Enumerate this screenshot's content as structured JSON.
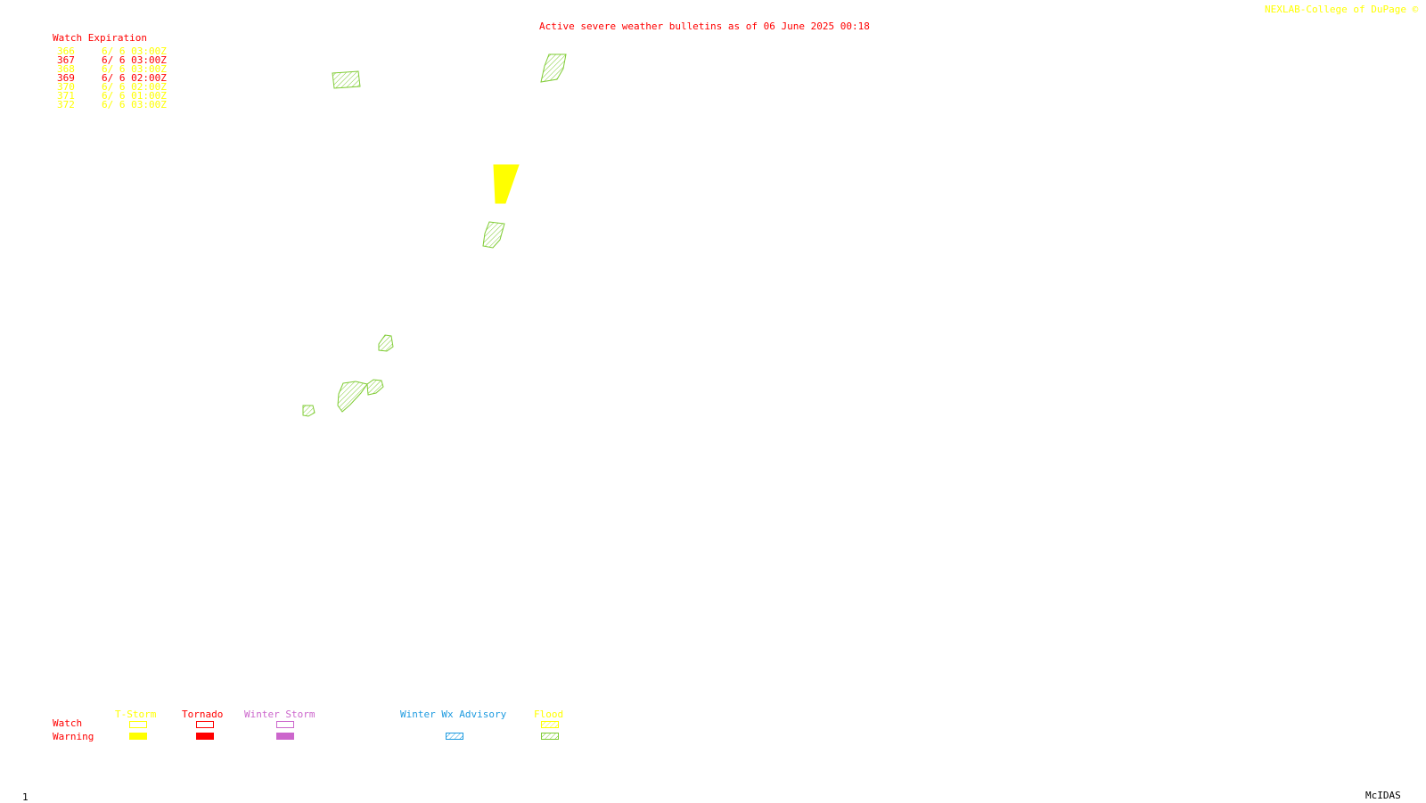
{
  "colors": {
    "red": "#ff0000",
    "yellow": "#ffff00",
    "flood_green": "#7fcc33",
    "winter_magenta": "#cc66cc",
    "advisory_blue": "#1e9be0",
    "black": "#000000"
  },
  "header": {
    "title": "Active severe weather bulletins as of 06 June 2025 00:18",
    "credit": "NEXLAB-College of DuPage ©"
  },
  "watch_table": {
    "heading": "Watch Expiration",
    "rows": [
      {
        "id": "366",
        "expires": "6/ 6 03:00Z",
        "color": "yellow"
      },
      {
        "id": "367",
        "expires": "6/ 6 03:00Z",
        "color": "red"
      },
      {
        "id": "368",
        "expires": "6/ 6 03:00Z",
        "color": "yellow"
      },
      {
        "id": "369",
        "expires": "6/ 6 02:00Z",
        "color": "red"
      },
      {
        "id": "370",
        "expires": "6/ 6 02:00Z",
        "color": "yellow"
      },
      {
        "id": "371",
        "expires": "6/ 6 01:00Z",
        "color": "yellow"
      },
      {
        "id": "372",
        "expires": "6/ 6 03:00Z",
        "color": "yellow"
      }
    ]
  },
  "legend": {
    "row_labels": {
      "watch": "Watch",
      "warning": "Warning"
    },
    "categories": [
      {
        "name": "T-Storm",
        "color": "yellow"
      },
      {
        "name": "Tornado",
        "color": "red"
      },
      {
        "name": "Winter Storm",
        "color": "winter_magenta"
      },
      {
        "name": "Winter Wx Advisory",
        "color": "advisory_blue"
      },
      {
        "name": "Flood",
        "color": "yellow"
      }
    ]
  },
  "footer": {
    "frame_number": "1",
    "software": "McIDAS"
  },
  "map_polygons": [
    {
      "type": "flood-warning",
      "fill": "hatched",
      "color": "flood_green"
    },
    {
      "type": "flood-warning",
      "fill": "hatched",
      "color": "flood_green"
    },
    {
      "type": "tstorm-warning",
      "fill": "solid",
      "color": "yellow"
    },
    {
      "type": "flood-warning",
      "fill": "hatched",
      "color": "flood_green"
    },
    {
      "type": "flood-warning",
      "fill": "hatched",
      "color": "flood_green"
    },
    {
      "type": "flood-warning",
      "fill": "hatched",
      "color": "flood_green"
    },
    {
      "type": "flood-warning",
      "fill": "hatched",
      "color": "flood_green"
    },
    {
      "type": "flood-warning",
      "fill": "hatched",
      "color": "flood_green"
    }
  ]
}
